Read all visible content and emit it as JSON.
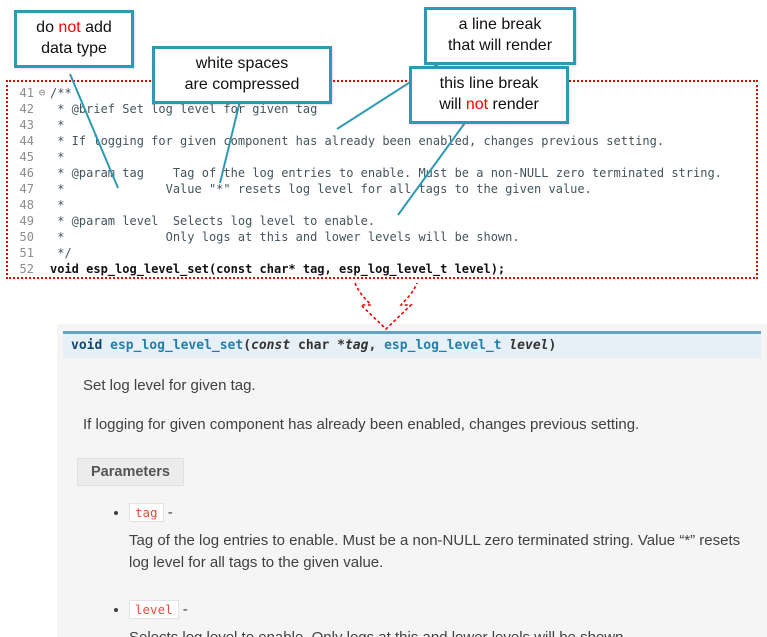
{
  "callouts": [
    {
      "id": "no-datatype",
      "lines": [
        [
          {
            "t": "do "
          },
          {
            "t": "not",
            "red": true
          },
          {
            "t": " add"
          }
        ],
        [
          {
            "t": "data type"
          }
        ]
      ]
    },
    {
      "id": "whitespace",
      "lines": [
        [
          {
            "t": "white spaces"
          }
        ],
        [
          {
            "t": "are  compressed"
          }
        ]
      ]
    },
    {
      "id": "break-renders",
      "lines": [
        [
          {
            "t": "a line break"
          }
        ],
        [
          {
            "t": "that will render"
          }
        ]
      ]
    },
    {
      "id": "break-no-render",
      "lines": [
        [
          {
            "t": "this line break"
          }
        ],
        [
          {
            "t": "will "
          },
          {
            "t": "not",
            "red": true
          },
          {
            "t": " render"
          }
        ]
      ]
    }
  ],
  "code": {
    "lines": [
      {
        "num": "41",
        "fold": "⊖",
        "text": "/**"
      },
      {
        "num": "42",
        "text": " * @brief Set log level for given tag"
      },
      {
        "num": "43",
        "text": " *"
      },
      {
        "num": "44",
        "text": " * If logging for given component has already been enabled, changes previous setting."
      },
      {
        "num": "45",
        "text": " *"
      },
      {
        "num": "46",
        "text": " * @param tag    Tag of the log entries to enable. Must be a non-NULL zero terminated string."
      },
      {
        "num": "47",
        "text": " *              Value \"*\" resets log level for all tags to the given value."
      },
      {
        "num": "48",
        "text": " *"
      },
      {
        "num": "49",
        "text": " * @param level  Selects log level to enable."
      },
      {
        "num": "50",
        "text": " *              Only logs at this and lower levels will be shown."
      },
      {
        "num": "51",
        "text": " */"
      },
      {
        "num": "52",
        "text": "void esp_log_level_set(const char* tag, esp_log_level_t level);",
        "bold": true
      }
    ]
  },
  "docs": {
    "signature": [
      {
        "t": "void ",
        "c": "kw"
      },
      {
        "t": "esp_log_level_set",
        "c": "name"
      },
      {
        "t": "(",
        "c": "p"
      },
      {
        "t": "const",
        "c": "kwi"
      },
      {
        "t": "  char *",
        "c": "p"
      },
      {
        "t": "tag",
        "c": "param"
      },
      {
        "t": ", ",
        "c": "p"
      },
      {
        "t": "esp_log_level_t",
        "c": "type"
      },
      {
        "t": " ",
        "c": "p"
      },
      {
        "t": "level",
        "c": "param"
      },
      {
        "t": ")",
        "c": "p"
      }
    ],
    "para1": "Set log level for given tag.",
    "para2": "If logging for given component has already been enabled, changes previous setting.",
    "parameters_label": "Parameters",
    "params": [
      {
        "name": "tag",
        "sep": "-",
        "desc": "Tag of the log entries to enable. Must be a non-NULL zero terminated string. Value “*” resets log level for all tags to the given value."
      },
      {
        "name": "level",
        "sep": "-",
        "desc": "Selects log level to enable. Only logs at this and lower levels will be shown."
      }
    ]
  },
  "colors": {
    "callout_border": "#2d9ab3",
    "dotted_border": "#e80000",
    "emphasis_red": "#fe0000",
    "sig_accent": "#64a3c5",
    "literal_red": "#e74c3c"
  }
}
